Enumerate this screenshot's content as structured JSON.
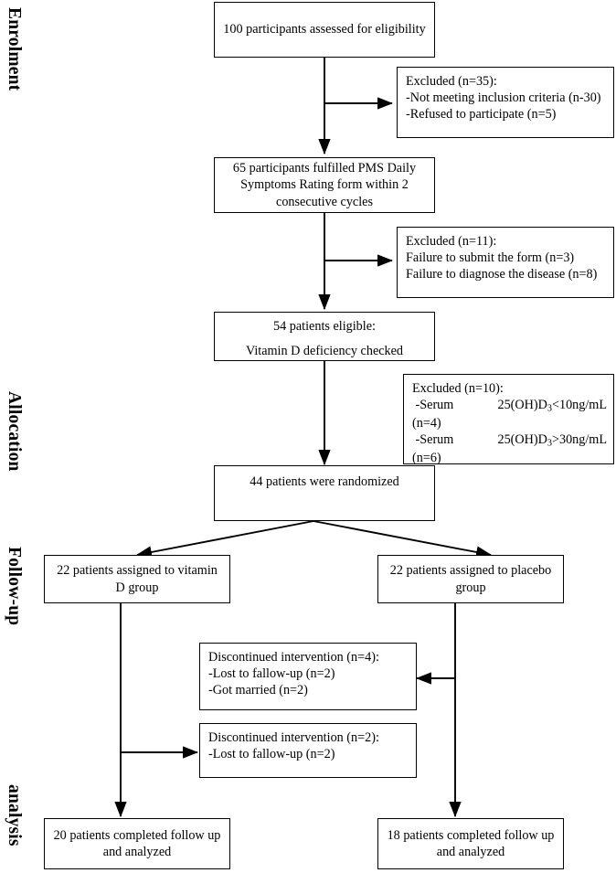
{
  "diagram": {
    "title": "CONSORT participant flow diagram",
    "stage_labels": [
      {
        "id": "enrolment",
        "text": "Enrolment"
      },
      {
        "id": "allocation",
        "text": "Allocation"
      },
      {
        "id": "followup",
        "text": "Follow-up"
      },
      {
        "id": "analysis",
        "text": "analysis"
      }
    ],
    "nodes": {
      "assessed": "100 participants assessed for eligibility",
      "excluded_1_line1": "Excluded (n=35):",
      "excluded_1_line2": " -Not meeting inclusion criteria (n-30)",
      "excluded_1_line3": " -Refused to participate (n=5)",
      "fulfilled": "65 participants fulfilled PMS Daily Symptoms Rating form within 2 consecutive cycles",
      "excluded_2_line1": "Excluded (n=11):",
      "excluded_2_line2": "Failure to submit the form (n=3)",
      "excluded_2_line3": "Failure to diagnose the disease (n=8)",
      "eligible_line1": "54 patients eligible:",
      "eligible_line2": "Vitamin D deficiency checked",
      "excluded_3_line1": "Excluded (n=10):",
      "excluded_3_serum_a_label": " -Serum",
      "excluded_3_serum_a_value_pre": "25(OH)D",
      "excluded_3_serum_a_value_sub": "3",
      "excluded_3_serum_a_value_post": "<10ng/mL",
      "excluded_3_serum_a_count": "(n=4)",
      "excluded_3_serum_b_label": " -Serum",
      "excluded_3_serum_b_value_pre": "25(OH)D",
      "excluded_3_serum_b_value_sub": "3",
      "excluded_3_serum_b_value_post": ">30ng/mL",
      "excluded_3_serum_b_count": "(n=6)",
      "randomized": "44 patients were randomized",
      "arm_left": "22 patients assigned to vitamin D group",
      "arm_right": "22 patients assigned to placebo group",
      "discontinued_right_line1": "Discontinued intervention (n=4):",
      "discontinued_right_line2": " -Lost to fallow-up (n=2)",
      "discontinued_right_line3": " -Got married (n=2)",
      "discontinued_left_line1": "Discontinued intervention (n=2):",
      "discontinued_left_line2": " -Lost to fallow-up (n=2)",
      "analyzed_left": "20 patients completed follow up and analyzed",
      "analyzed_right": "18 patients completed follow up and analyzed"
    },
    "colors": {
      "stroke": "#000000",
      "background": "#ffffff",
      "text": "#000000"
    }
  }
}
